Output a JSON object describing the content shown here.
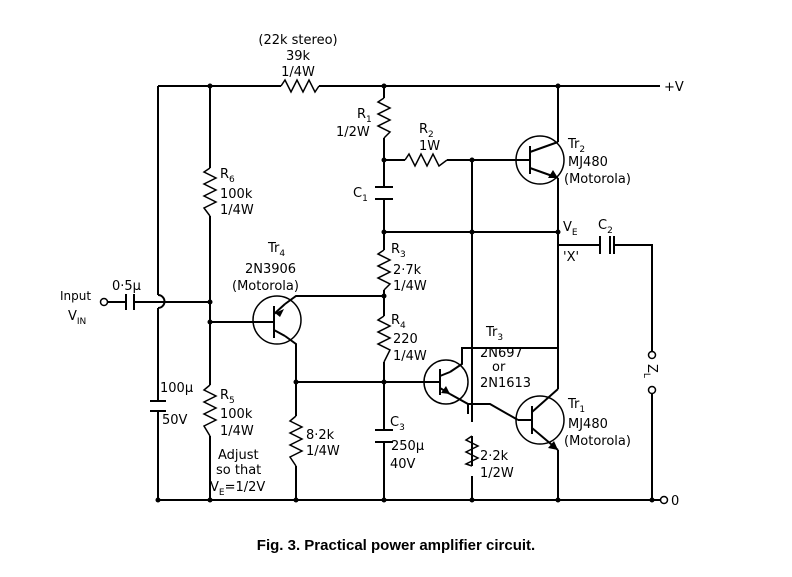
{
  "caption": "Fig. 3. Practical power amplifier circuit.",
  "labels": {
    "r_feedback": [
      "(22k stereo)",
      "39k",
      "1/4W"
    ],
    "supply_pos": "+V",
    "r1": {
      "name": "R",
      "sub": "1",
      "value": "1/2W"
    },
    "r2": {
      "name": "R",
      "sub": "2",
      "value": "1W"
    },
    "tr2": {
      "name": "Tr",
      "sub": "2",
      "part": "MJ480",
      "maker": "(Motorola)"
    },
    "c1": {
      "name": "C",
      "sub": "1"
    },
    "ve": {
      "name": "V",
      "sub": "E"
    },
    "c2": {
      "name": "C",
      "sub": "2"
    },
    "node_x": "'X'",
    "r6": {
      "name": "R",
      "sub": "6",
      "value": "100k",
      "power": "1/4W"
    },
    "tr4": {
      "name": "Tr",
      "sub": "4",
      "part": "2N3906",
      "maker": "(Motorola)"
    },
    "r3": {
      "name": "R",
      "sub": "3",
      "value": "2·7k",
      "power": "1/4W"
    },
    "input": {
      "c_value": "0·5µ",
      "label": "Input",
      "vin": "V",
      "vin_sub": "IN"
    },
    "r4": {
      "name": "R",
      "sub": "4",
      "value": "220",
      "power": "1/4W"
    },
    "tr3": {
      "name": "Tr",
      "sub": "3",
      "part": "2N697",
      "or": "or",
      "alt": "2N1613"
    },
    "zl": {
      "name": "Z",
      "sub": "L"
    },
    "c_in_bypass": {
      "value": "100µ",
      "voltage": "50V"
    },
    "r5": {
      "name": "R",
      "sub": "5",
      "value": "100k",
      "power": "1/4W"
    },
    "r_bias": {
      "value": "8·2k",
      "power": "1/4W"
    },
    "c3": {
      "name": "C",
      "sub": "3",
      "value": "250µ",
      "voltage": "40V"
    },
    "r_emitter": {
      "value": "2·2k",
      "power": "1/2W"
    },
    "tr1": {
      "name": "Tr",
      "sub": "1",
      "part": "MJ480",
      "maker": "(Motorola)"
    },
    "adjust": [
      "Adjust",
      "so that"
    ],
    "adjust_eq": {
      "v": "V",
      "sub": "E",
      "rest": "=1/2V"
    },
    "ground": "0"
  }
}
